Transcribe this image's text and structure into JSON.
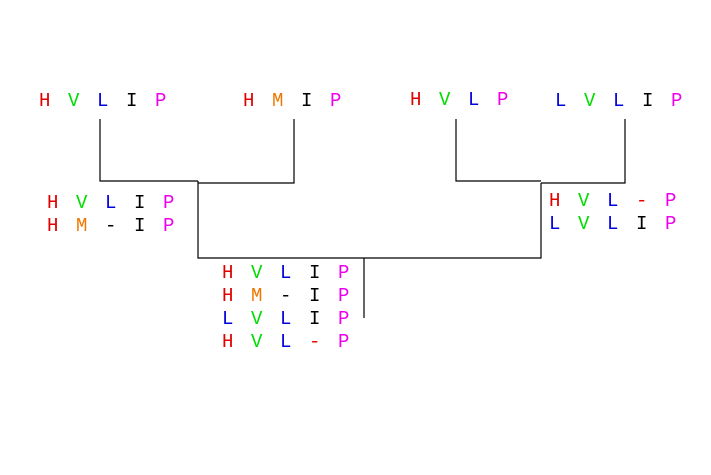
{
  "colors": {
    "H": "#e00000",
    "V": "#00dd00",
    "L": "#0000dd",
    "I": "#000000",
    "P": "#ee00ee",
    "M": "#ee7700",
    "-": "#000000",
    "-red": "#ee0000"
  },
  "leaves": [
    {
      "id": "leaf-1",
      "seq": [
        "H",
        "V",
        "L",
        "I",
        "P"
      ]
    },
    {
      "id": "leaf-2",
      "seq": [
        "H",
        "M",
        "I",
        "P"
      ]
    },
    {
      "id": "leaf-3",
      "seq": [
        "H",
        "V",
        "L",
        "P"
      ]
    },
    {
      "id": "leaf-4",
      "seq": [
        "L",
        "V",
        "L",
        "I",
        "P"
      ]
    }
  ],
  "alignments": [
    {
      "id": "align-left",
      "rows": [
        [
          [
            "H",
            "H"
          ],
          [
            "V",
            "V"
          ],
          [
            "L",
            "L"
          ],
          [
            "I",
            "I"
          ],
          [
            "P",
            "P"
          ]
        ],
        [
          [
            "H",
            "H"
          ],
          [
            "M",
            "M"
          ],
          [
            "-",
            "-"
          ],
          [
            "I",
            "I"
          ],
          [
            "P",
            "P"
          ]
        ]
      ]
    },
    {
      "id": "align-right",
      "rows": [
        [
          [
            "H",
            "H"
          ],
          [
            "V",
            "V"
          ],
          [
            "L",
            "L"
          ],
          [
            "-",
            "-red"
          ],
          [
            "P",
            "P"
          ]
        ],
        [
          [
            "L",
            "L"
          ],
          [
            "V",
            "V"
          ],
          [
            "L",
            "L"
          ],
          [
            "I",
            "I"
          ],
          [
            "P",
            "P"
          ]
        ]
      ]
    },
    {
      "id": "align-root",
      "rows": [
        [
          [
            "H",
            "H"
          ],
          [
            "V",
            "V"
          ],
          [
            "L",
            "L"
          ],
          [
            "I",
            "I"
          ],
          [
            "P",
            "P"
          ]
        ],
        [
          [
            "H",
            "H"
          ],
          [
            "M",
            "M"
          ],
          [
            "-",
            "-"
          ],
          [
            "I",
            "I"
          ],
          [
            "P",
            "P"
          ]
        ],
        [
          [
            "L",
            "L"
          ],
          [
            "V",
            "V"
          ],
          [
            "L",
            "L"
          ],
          [
            "I",
            "I"
          ],
          [
            "P",
            "P"
          ]
        ],
        [
          [
            "H",
            "H"
          ],
          [
            "V",
            "V"
          ],
          [
            "L",
            "L"
          ],
          [
            "-",
            "-red"
          ],
          [
            "P",
            "P"
          ]
        ]
      ]
    }
  ]
}
